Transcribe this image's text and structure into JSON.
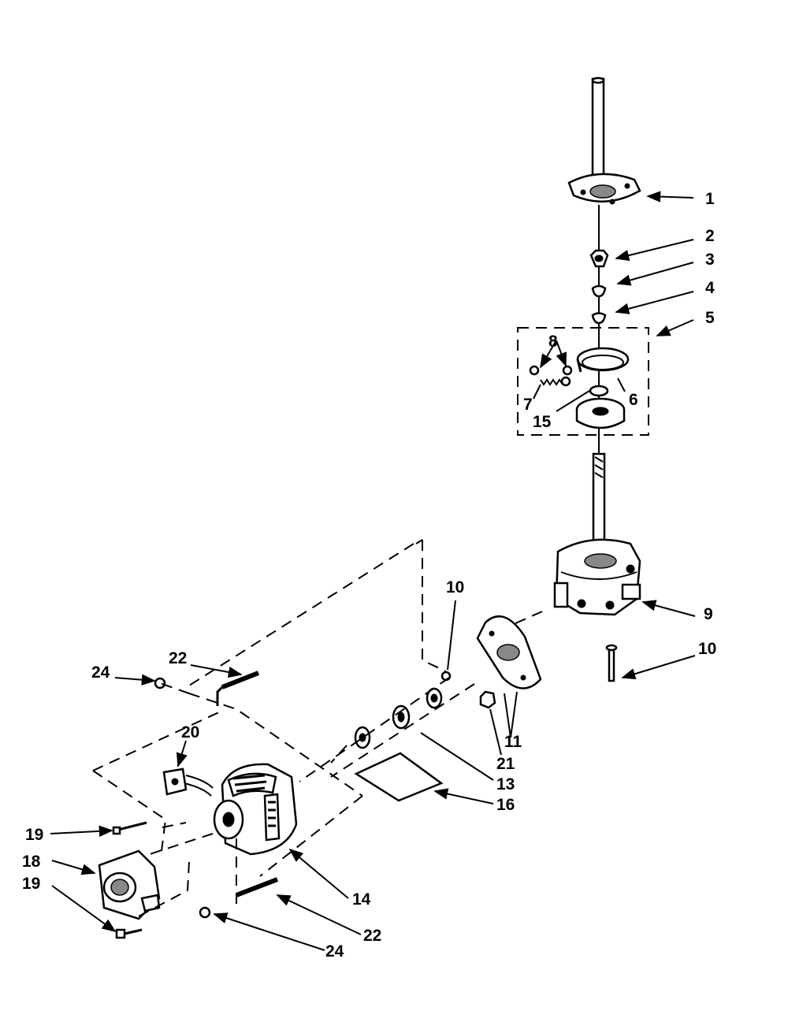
{
  "diagram": {
    "callouts": [
      "1",
      "2",
      "3",
      "4",
      "5",
      "6",
      "7",
      "8",
      "15",
      "9",
      "10",
      "10",
      "11",
      "21",
      "13",
      "16",
      "14",
      "22",
      "22",
      "24",
      "24",
      "20",
      "19",
      "18",
      "19"
    ]
  }
}
